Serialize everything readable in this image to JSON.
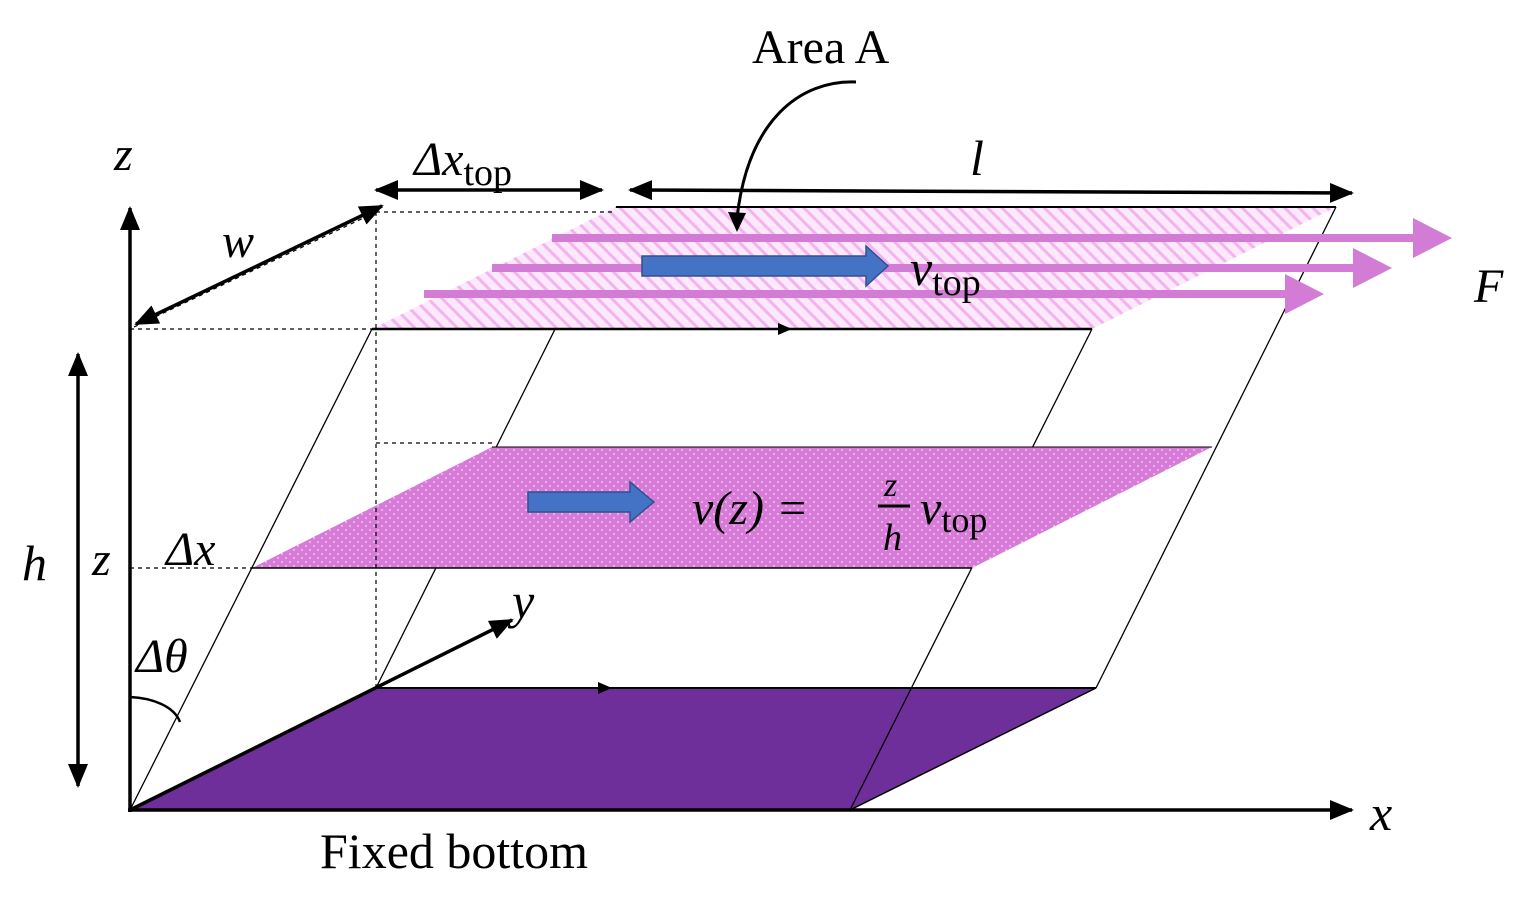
{
  "labels": {
    "area": "Area A",
    "dx_top": "Δx",
    "dx_top_sub": "top",
    "l": "l",
    "z_axis": "z",
    "w": "w",
    "F": "F",
    "v_top": "v",
    "v_top_sub": "top",
    "h": "h",
    "z_level": "z",
    "dx": "Δx",
    "y_axis": "y",
    "dtheta": "Δθ",
    "x_axis": "x",
    "fixed_bottom": "Fixed bottom",
    "eq_lhs": "v(z) =",
    "eq_num": "z",
    "eq_den": "h",
    "eq_v": "v",
    "eq_v_sub": "top"
  },
  "colors": {
    "top_hatch": "#f3b3ee",
    "mid_fill": "#d87bd8",
    "bottom_fill": "#6e2f9a",
    "force_arrow": "#d27cd6",
    "velocity_arrow": "#4472c4",
    "line": "#000000"
  }
}
